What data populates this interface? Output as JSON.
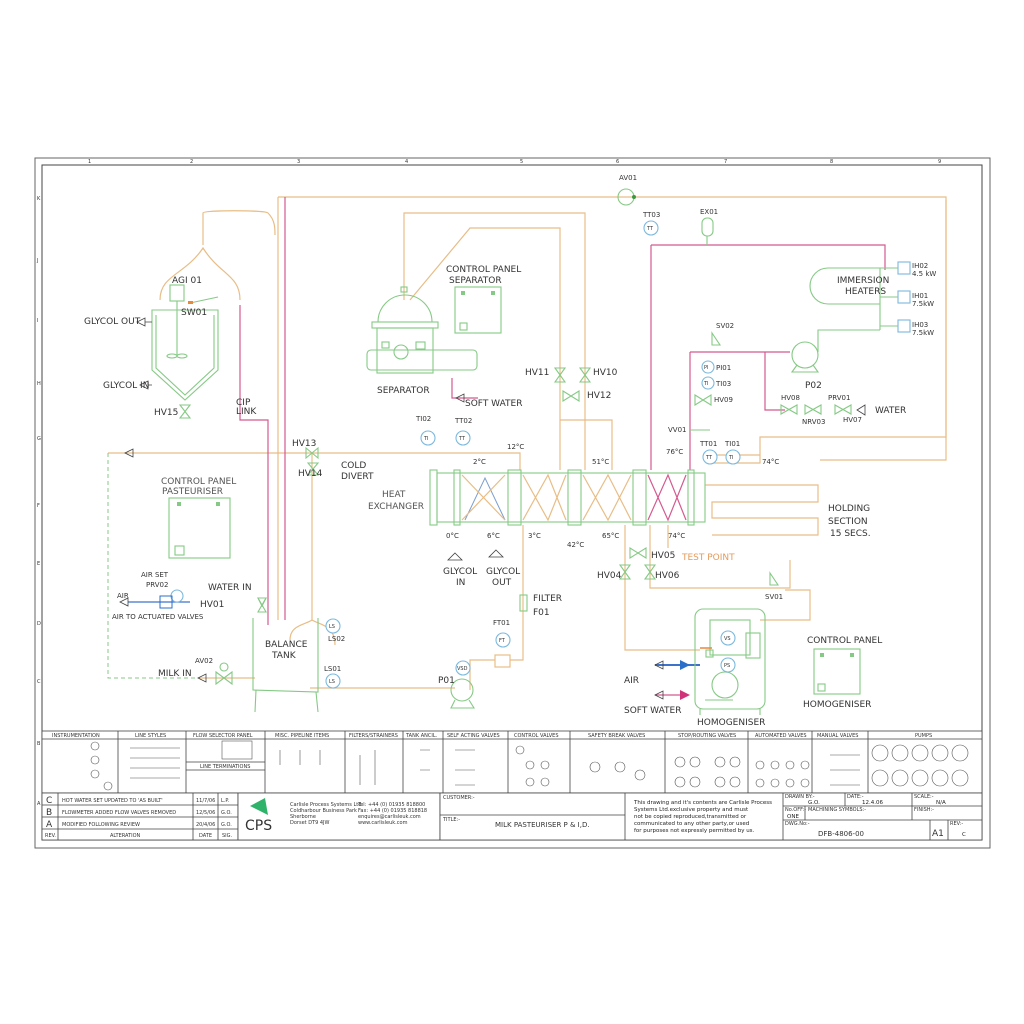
{
  "grid": {
    "cols": [
      "1",
      "2",
      "3",
      "4",
      "5",
      "6",
      "7",
      "8",
      "9"
    ],
    "rows": [
      "K",
      "J",
      "I",
      "H",
      "G",
      "F",
      "E",
      "D",
      "C",
      "B",
      "A"
    ]
  },
  "tags": {
    "agi01": "AGI 01",
    "sw01": "SW01",
    "glycol_out": "GLYCOL OUT",
    "glycol_in": "GLYCOL IN",
    "hv15": "HV15",
    "cip": "CIP",
    "link": "LINK",
    "hv13": "HV13",
    "hv14": "HV14",
    "cold": "COLD",
    "divert": "DIVERT",
    "cp_past_1": "CONTROL PANEL",
    "cp_past_2": "PASTEURISER",
    "heat": "HEAT",
    "exchanger": "EXCHANGER",
    "air_set": "AIR SET",
    "prv02": "PRV02",
    "air": "AIR",
    "air_to_valves": "AIR TO ACTUATED VALVES",
    "water_in": "WATER IN",
    "hv01": "HV01",
    "balance": "BALANCE",
    "tank": "TANK",
    "ls02": "LS02",
    "ls01": "LS01",
    "av02": "AV02",
    "milk_in": "MILK IN",
    "separator": "SEPARATOR",
    "cp_sep_1": "CONTROL PANEL",
    "cp_sep_2": "SEPARATOR",
    "soft_water_sep": "SOFT WATER",
    "av01": "AV01",
    "tt03": "TT03",
    "ex01": "EX01",
    "hv11": "HV11",
    "hv10": "HV10",
    "hv12": "HV12",
    "immersion": "IMMERSION",
    "heaters": "HEATERS",
    "ih02": "IH02",
    "ih02_kw": "4.5 kW",
    "ih01": "IH01",
    "ih01_kw": "7.5kW",
    "ih03": "IH03",
    "ih03_kw": "7.5kW",
    "sv02": "SV02",
    "pi01": "PI01",
    "ti03": "TI03",
    "hv09": "HV09",
    "vv01": "VV01",
    "p02": "P02",
    "hv08": "HV08",
    "prv01": "PRV01",
    "nrv03": "NRV03",
    "hv07": "HV07",
    "water": "WATER",
    "ti02": "TI02",
    "tt02": "TT02",
    "tt01": "TT01",
    "ti01": "TI01",
    "t_12": "12°C",
    "t_2": "2°C",
    "t_51": "51°C",
    "t_76": "76°C",
    "t_74a": "74°C",
    "t_0": "0°C",
    "t_6": "6°C",
    "t_3": "3°C",
    "t_42": "42°C",
    "t_65": "65°C",
    "t_74b": "74°C",
    "test_point": "TEST POINT",
    "hv05": "HV05",
    "hv04": "HV04",
    "hv06": "HV06",
    "gly_in_1": "GLYCOL",
    "gly_in_2": "IN",
    "gly_out_1": "GLYCOL",
    "gly_out_2": "OUT",
    "filter": "FILTER",
    "f01": "F01",
    "ft01": "FT01",
    "p01": "P01",
    "sv01": "SV01",
    "holding": "HOLDING",
    "section": "SECTION",
    "secs": "15 SECS.",
    "cp_hom_1": "CONTROL PANEL",
    "cp_hom_2": "HOMOGENISER",
    "homogeniser": "HOMOGENISER",
    "air_hom": "AIR",
    "soft_water_hom": "SOFT WATER",
    "inst_tt": "TT",
    "inst_ti": "TI",
    "inst_ls": "LS",
    "inst_ft": "FT",
    "inst_vsd": "VSD",
    "inst_vs": "VS",
    "inst_ps": "PS",
    "inst_pi": "PI"
  },
  "legend": {
    "sections": [
      "INSTRUMENTATION",
      "LINE STYLES",
      "FLOW SELECTOR PANEL",
      "MISC. PIPELINE ITEMS",
      "FILTERS/STRAINERS",
      "TANK ANCIL.",
      "SELF ACTING VALVES",
      "CONTROL VALVES",
      "SAFETY BREAK VALVES",
      "STOP/ROUTING VALVES",
      "AUTOMATED VALVES",
      "MANUAL VALVES",
      "PUMPS"
    ],
    "line_terminations": "LINE TERMINATIONS"
  },
  "revisions": [
    {
      "rev": "C",
      "alteration": "HOT WATER SET UPDATED TO 'AS BUILT'",
      "date": "11/7/06",
      "sig": "L.P."
    },
    {
      "rev": "B",
      "alteration": "FLOWMETER ADDED FLOW VALVES REMOVED",
      "date": "12/5/06",
      "sig": "G.O."
    },
    {
      "rev": "A",
      "alteration": "MODIFIED FOLLOWING REVIEW",
      "date": "20/4/06",
      "sig": "G.O."
    }
  ],
  "revision_headers": {
    "rev": "REV.",
    "alteration": "ALTERATION",
    "date": "DATE",
    "sig": "SIG."
  },
  "company": {
    "logo": "CPS",
    "name": "Carlisle Process Systems Ltd",
    "address1": "Coldharbour Business Park",
    "address2": "Sherborne",
    "address3": "Dorset DT9 4JW",
    "tel": "Tel: +44 (0) 01935 818800",
    "fax": "Fax: +44 (0) 01935 818818",
    "email": "enquires@carlisleuk.com",
    "web": "www.carlisleuk.com"
  },
  "title_block": {
    "customer_label": "CUSTOMER:-",
    "title_label": "TITLE:-",
    "title": "MILK PASTEURISER P & I,D.",
    "copyright": [
      "This drawing and it's contents are Carlisle Process",
      "Systems Ltd.exclusive property and must",
      "not be copied reproduced,transmitted or",
      "communicated to any other party,or used",
      "for purposes not expressly permitted by us."
    ],
    "drawn_by_label": "DRAWN BY:-",
    "drawn_by": "G.O.",
    "date_label": "DATE:-",
    "date": "12.4.06",
    "scale_label": "SCALE:-",
    "scale": "N/A",
    "no_off_label": "No.OFF:-",
    "no_off": "ONE",
    "machining_label": "MACHINING SYMBOLS:-",
    "finish_label": "FINISH:-",
    "dwg_label": "DWG.No:-",
    "dwg_no": "DFB-4806-00",
    "size": "A1",
    "rev_label": "REV:-",
    "rev": "C"
  },
  "colors": {
    "product": "#e8bd86",
    "equipment": "#86c986",
    "hot_water": "#d45a8f",
    "instrument": "#7cb9dd",
    "air": "#2a6fc9"
  }
}
